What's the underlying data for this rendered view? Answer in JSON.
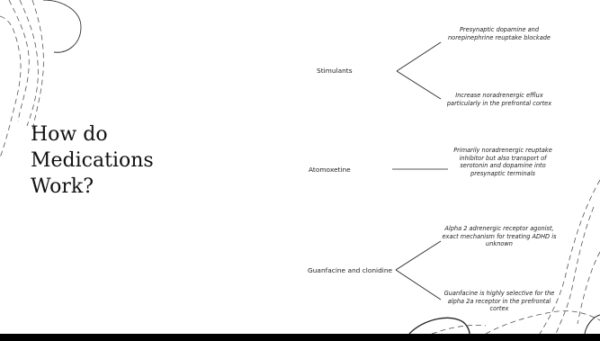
{
  "slide": {
    "title_lines": [
      "How do",
      "Medications",
      "Work?"
    ],
    "medications": [
      {
        "name": "Stimulants",
        "mechanisms": [
          "Presynaptic dopamine and norepinephrine reuptake blockade",
          "Increase noradrenergic efflux particularly in the prefrontal cortex"
        ]
      },
      {
        "name": "Atomoxetine",
        "mechanisms": [
          "Primarily noradrenergic reuptake inhibitor but also transport of serotonin and dopamine into presynaptic terminals"
        ]
      },
      {
        "name": "Guanfacine and clonidine",
        "mechanisms": [
          "Alpha 2 adrenergic receptor agonist, exact mechanism for treating ADHD is unknown",
          "Guanfacine is highly selective for the alpha 2a receptor in the prefrontal cortex"
        ]
      }
    ]
  }
}
